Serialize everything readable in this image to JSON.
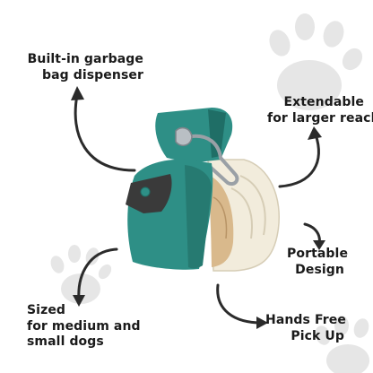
{
  "labels": {
    "dispenser": [
      "Built-in garbage",
      "bag dispenser"
    ],
    "extendable": [
      "Extendable",
      "for larger reach"
    ],
    "portable": [
      "Portable",
      "Design"
    ],
    "hands_free": [
      "Hands Free",
      "Pick Up"
    ],
    "sized": [
      "Sized",
      "for medium and",
      "small dogs"
    ]
  },
  "icons": {
    "paw_prints": "paw-icon",
    "product": "pooper-scooper-image",
    "arrows": "curved-arrow-icon"
  },
  "colors": {
    "teal": "#2e8f86",
    "teal_dark": "#1f6e66",
    "cream": "#f2ecdc",
    "tan": "#d9b98c",
    "bag": "#3a3a3a",
    "paw": "#e6e6e6",
    "text": "#1a1a1a"
  }
}
